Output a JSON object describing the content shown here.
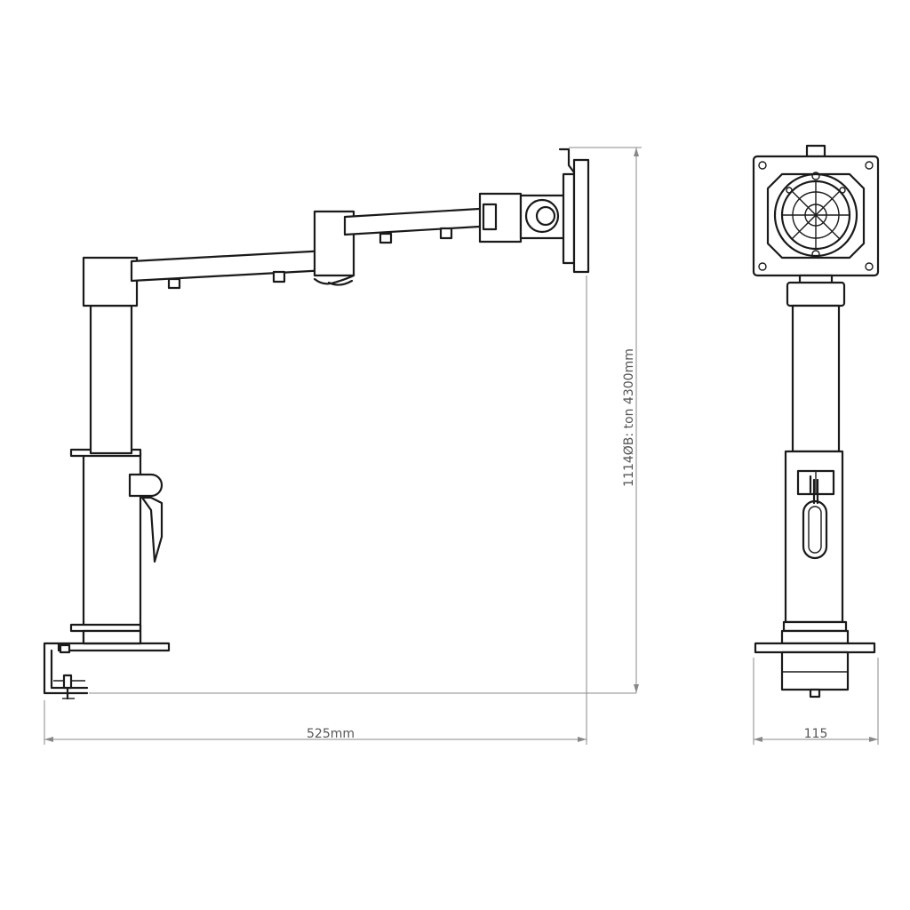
{
  "dimensions": {
    "width_label": "525mm",
    "height_label": "1114ØB: ton 4300mm",
    "side_width_label": "115"
  },
  "colors": {
    "line": "#1a1a1a",
    "dimension_line": "#888888",
    "background": "#ffffff"
  }
}
